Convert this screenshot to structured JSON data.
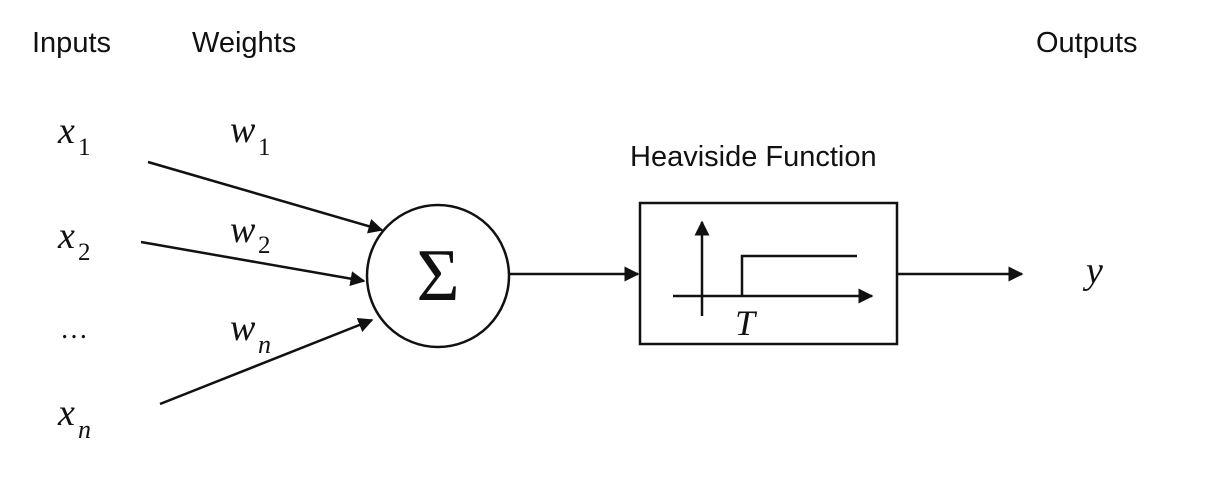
{
  "headers": {
    "inputs": "Inputs",
    "weights": "Weights",
    "outputs": "Outputs"
  },
  "inputs": [
    {
      "base": "x",
      "sub": "1"
    },
    {
      "base": "x",
      "sub": "2"
    },
    {
      "ellipsis": "…"
    },
    {
      "base": "x",
      "sub": "n"
    }
  ],
  "weights": [
    {
      "base": "w",
      "sub": "1"
    },
    {
      "base": "w",
      "sub": "2"
    },
    {
      "base": "w",
      "sub": "n"
    }
  ],
  "summation": {
    "symbol": "Σ"
  },
  "activation": {
    "title": "Heaviside Function",
    "threshold": "T"
  },
  "output": {
    "label": "y"
  }
}
